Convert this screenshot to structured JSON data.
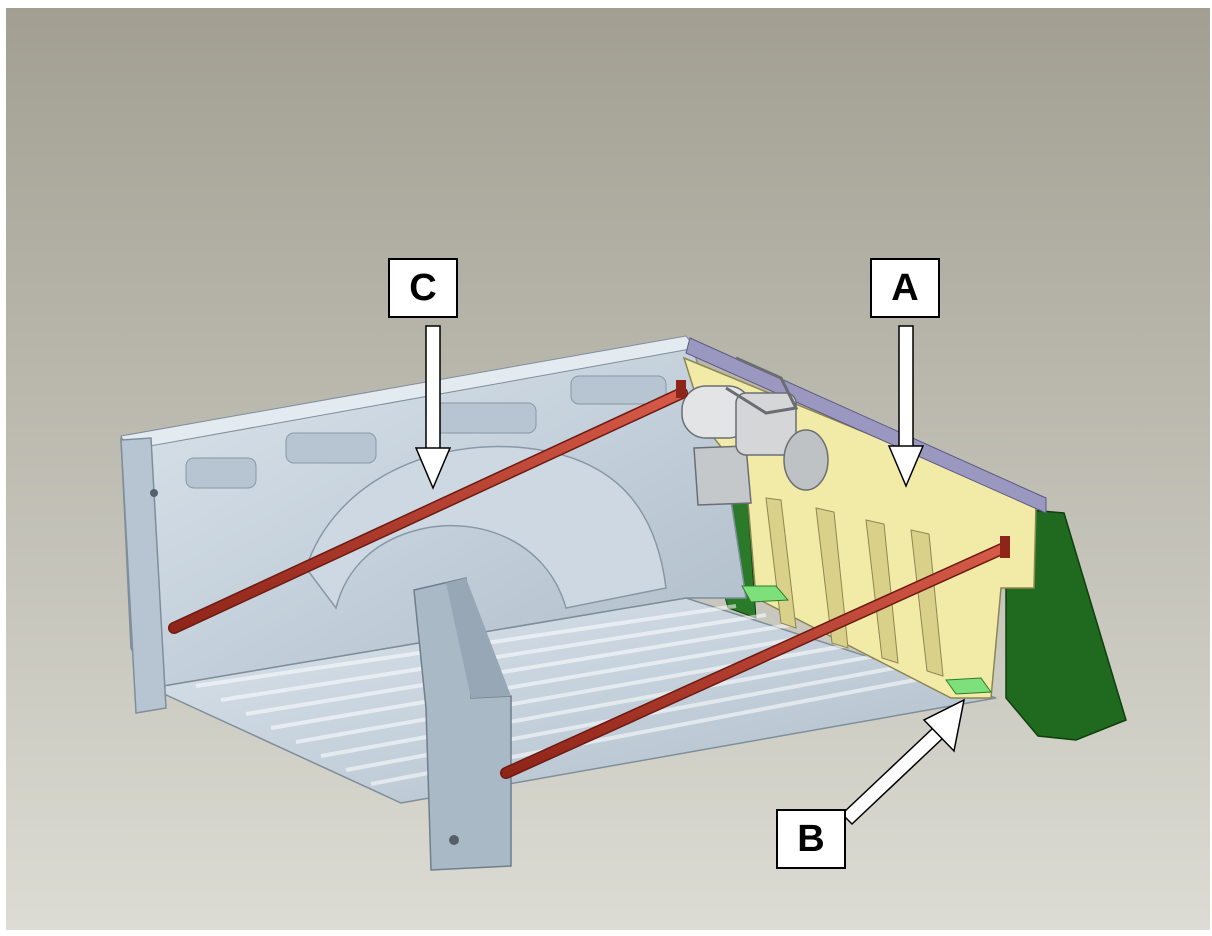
{
  "callouts": {
    "a": "A",
    "b": "B",
    "c": "C"
  },
  "colors": {
    "background_top": "#a29f92",
    "background_bottom": "#dcdcd4",
    "bed_steel": "#c4d1dd",
    "crossbar": "#b8372a",
    "bulkhead_panel": "#f2eba8",
    "end_panel": "#1f6a1f",
    "mount_pad": "#7ee07a",
    "winch": "#d4d6d8"
  }
}
